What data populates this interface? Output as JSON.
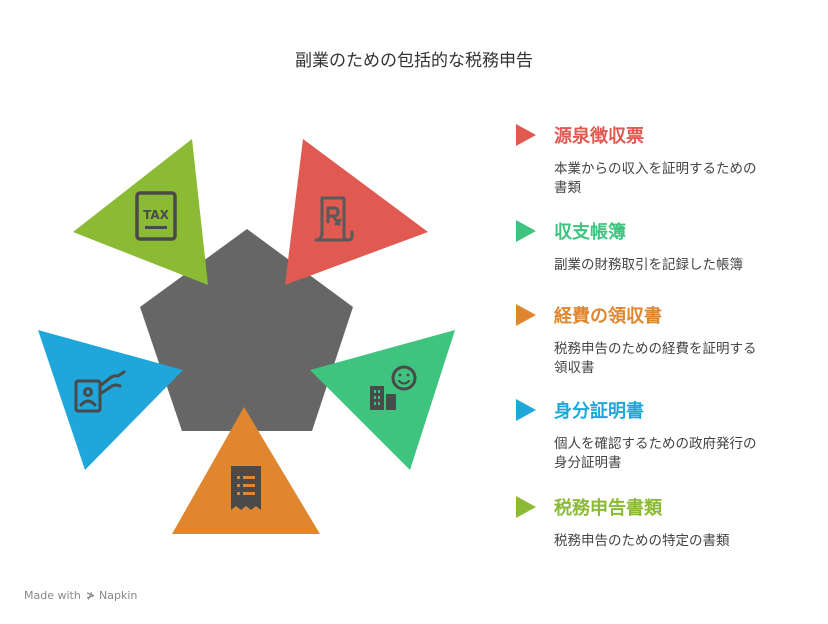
{
  "title": "副業のための包括的な税務申告",
  "center_color": "#666666",
  "items": [
    {
      "title": "源泉徴収票",
      "desc_lines": [
        "本業からの収入を証明するための",
        "書類"
      ],
      "color": "#e05a52",
      "icon": "receipt-rx-icon"
    },
    {
      "title": "収支帳簿",
      "desc_lines": [
        "副業の財務取引を記録した帳簿"
      ],
      "color": "#3ec47f",
      "icon": "building-smile-icon"
    },
    {
      "title": "経費の領収書",
      "desc_lines": [
        "税務申告のための経費を証明する",
        "領収書"
      ],
      "color": "#e0862f",
      "icon": "receipt-icon"
    },
    {
      "title": "身分証明書",
      "desc_lines": [
        "個人を確認するための政府発行の",
        "身分証明書"
      ],
      "color": "#1fa7dc",
      "icon": "id-card-icon"
    },
    {
      "title": "税務申告書類",
      "desc_lines": [
        "税務申告のための特定の書類"
      ],
      "color": "#8bbb35",
      "icon": "tax-document-icon"
    }
  ],
  "tax_icon_text": "TAX",
  "footer": {
    "made_with": "Made with",
    "brand": "Napkin"
  }
}
